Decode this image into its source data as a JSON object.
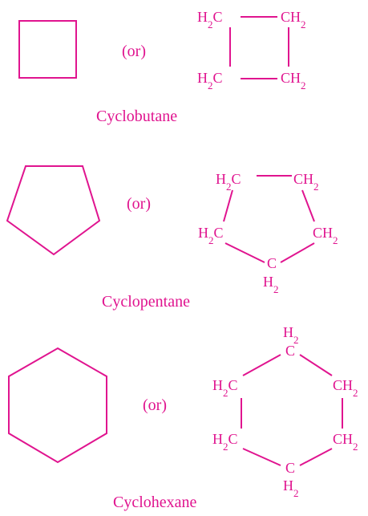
{
  "colors": {
    "ink": "#e0148f",
    "background": "#ffffff"
  },
  "or_label": "(or)",
  "h2c": "H2C",
  "ch2": "CH2",
  "c": "C",
  "h2": "H2",
  "cyclobutane": {
    "name": "Cyclobutane"
  },
  "cyclopentane": {
    "name": "Cyclopentane"
  },
  "cyclohexane": {
    "name": "Cyclohexane"
  }
}
